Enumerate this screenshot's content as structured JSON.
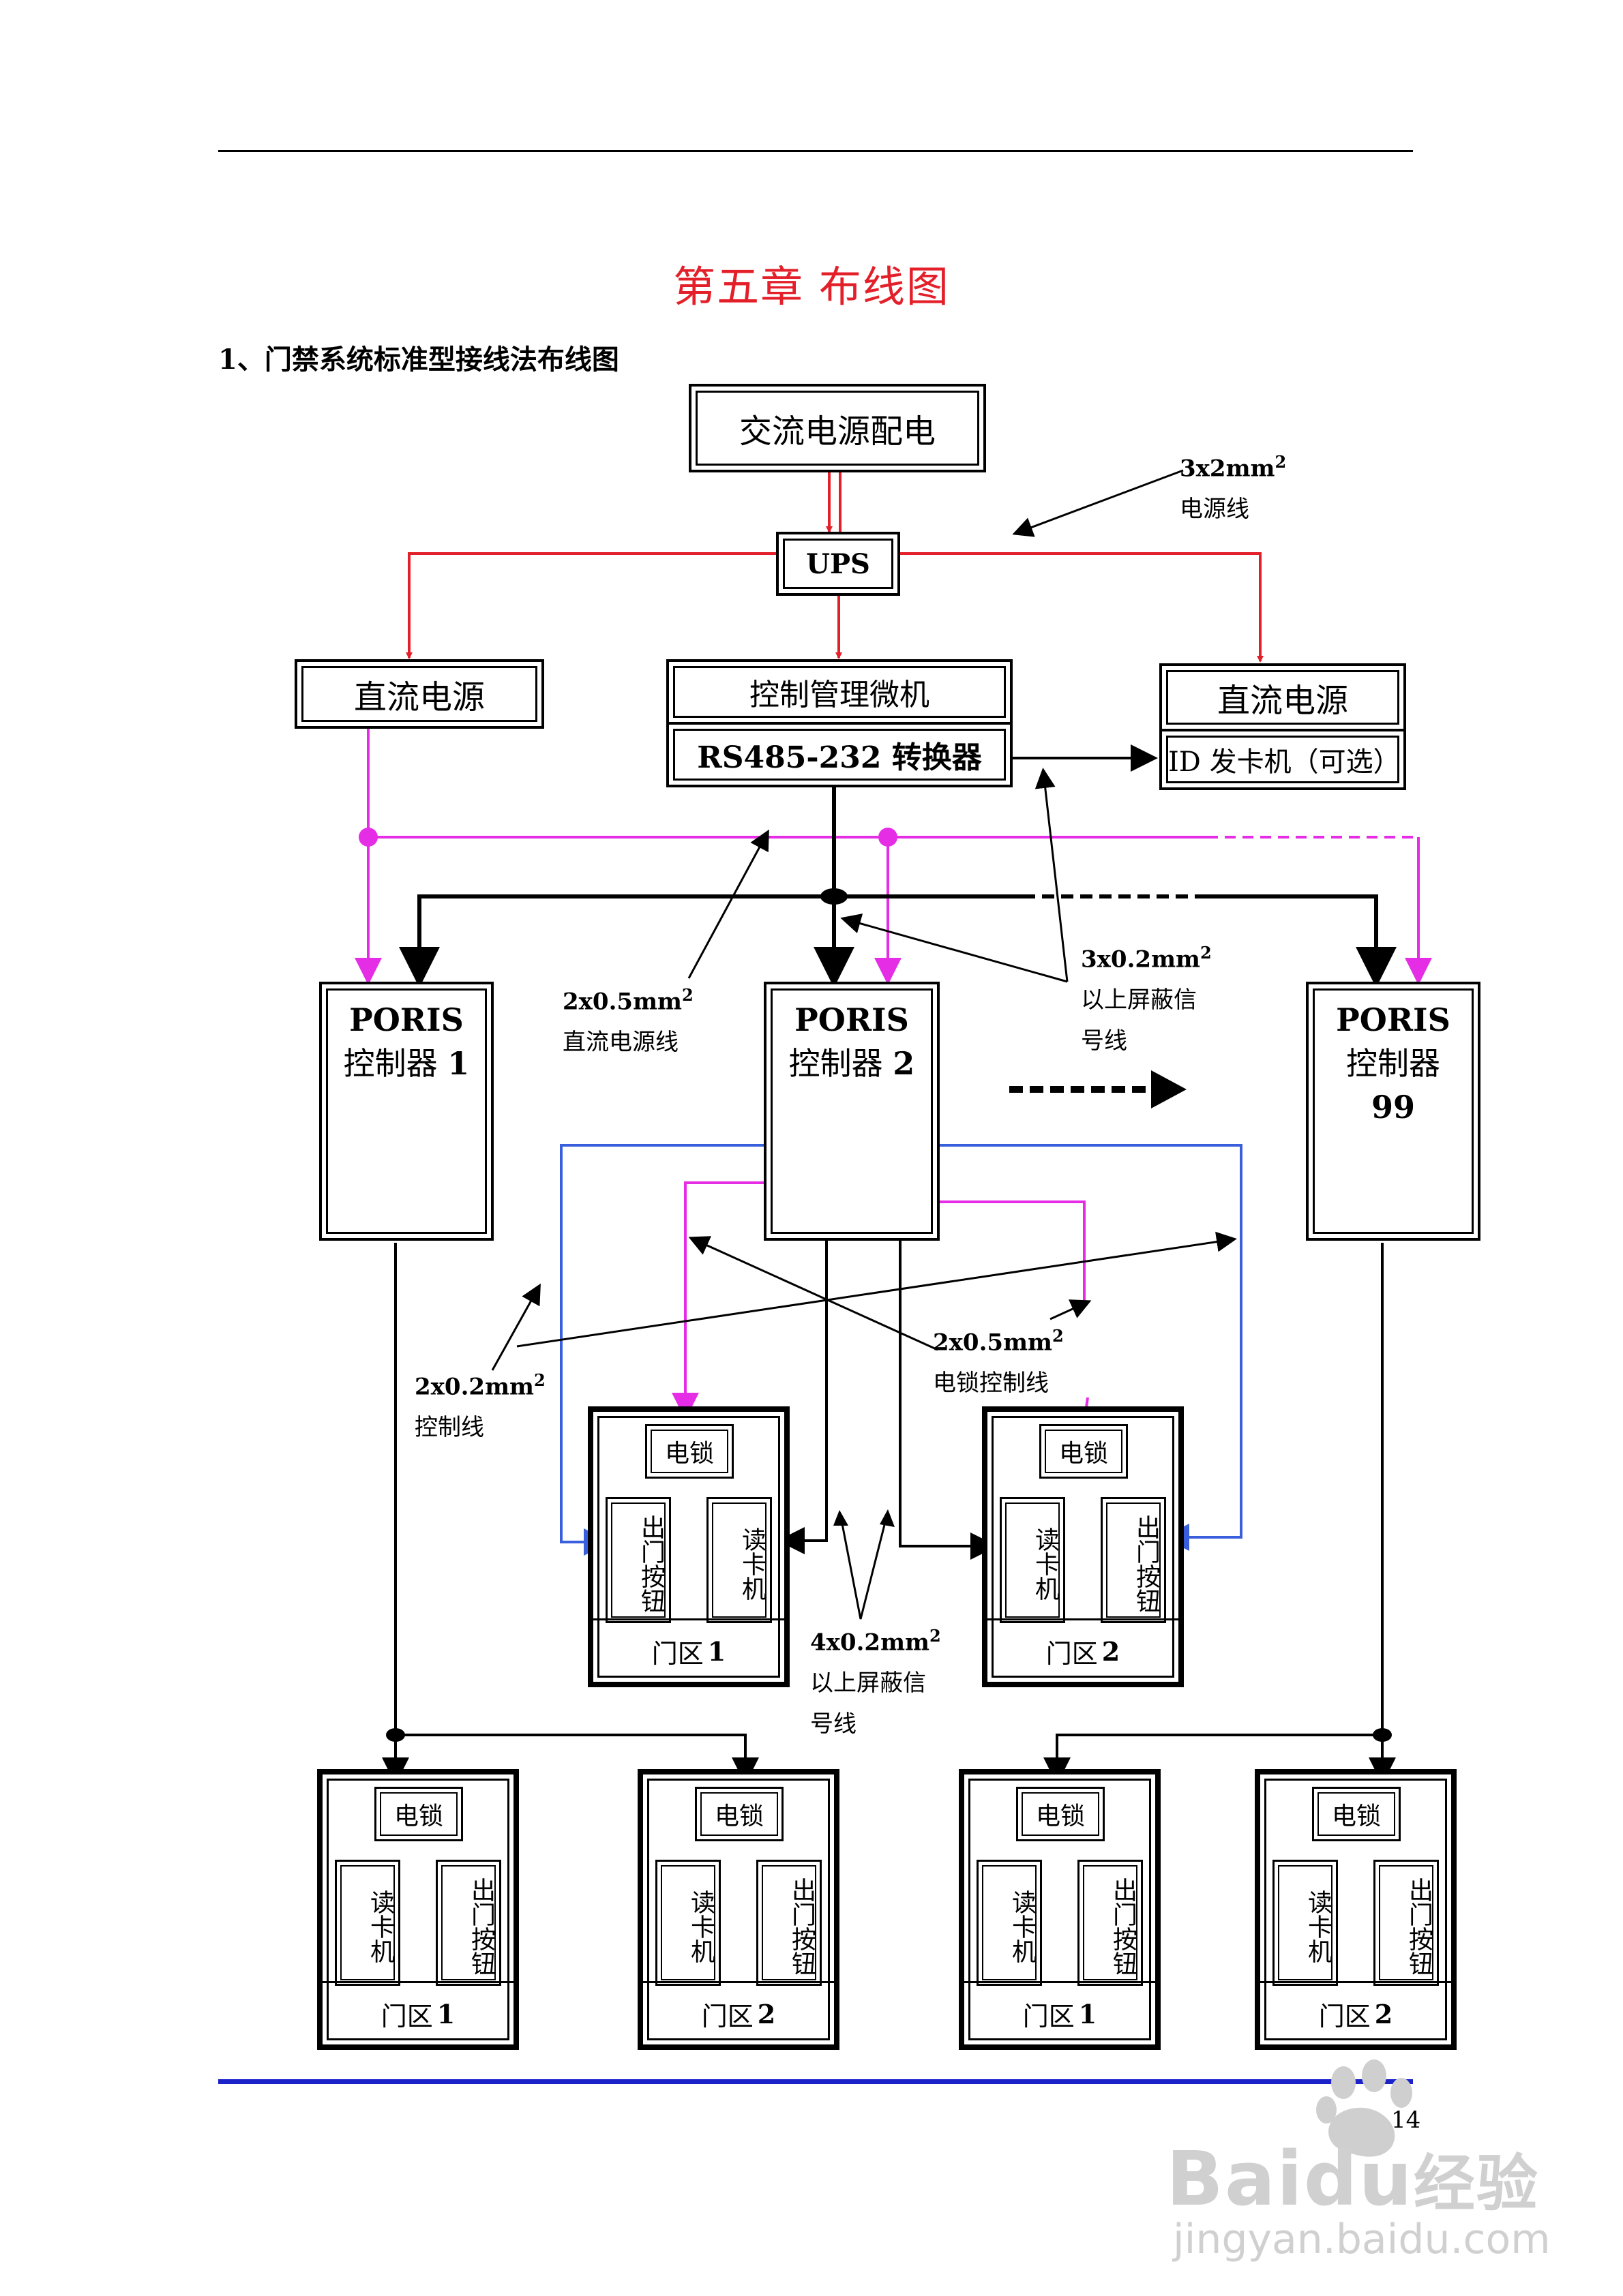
{
  "chapter_title": "第五章  布线图",
  "section_heading": "1、门禁系统标准型接线法布线图",
  "page_number": "14",
  "colors": {
    "power_line": "#e3202a",
    "dc_line": "#e62de6",
    "signal_line": "#000000",
    "exit_button_line": "#3a5fdc",
    "title": "#e3202a",
    "footer_rule": "#1a22c8"
  },
  "boxes": {
    "ac_power": "交流电源配电",
    "ups": "UPS",
    "dc_power_left": "直流电源",
    "host_pc": "控制管理微机",
    "converter": "RS485-232 转换器",
    "dc_power_right": "直流电源",
    "id_card_issuer": "ID 发卡机（可选）"
  },
  "controllers": [
    {
      "brand": "PORIS",
      "label": "控制器",
      "number": "1"
    },
    {
      "brand": "PORIS",
      "label": "控制器",
      "number": "2"
    },
    {
      "brand": "PORIS",
      "label": "控制器",
      "number": "99"
    }
  ],
  "door_labels": {
    "lock": "电锁",
    "reader": "读卡机",
    "exit_button": "出门按钮",
    "zone": "门区"
  },
  "doors": [
    {
      "number": "1"
    },
    {
      "number": "2"
    },
    {
      "number": "1"
    },
    {
      "number": "2"
    },
    {
      "number": "1"
    },
    {
      "number": "2"
    }
  ],
  "annotations": {
    "power_cable": {
      "spec": "3x2mm",
      "exp": "2",
      "desc": "电源线"
    },
    "shielded_3core": {
      "spec": "3x0.2mm",
      "exp": "2",
      "desc1": "以上屏蔽信",
      "desc2": "号线"
    },
    "dc_cable": {
      "spec": "2x0.5mm",
      "exp": "2",
      "desc": "直流电源线"
    },
    "lock_cable": {
      "spec": "2x0.5mm",
      "exp": "2",
      "desc": "电锁控制线"
    },
    "control_cable": {
      "spec": "2x0.2mm",
      "exp": "2",
      "desc": "控制线"
    },
    "shielded_4core": {
      "spec": "4x0.2mm",
      "exp": "2",
      "desc1": "以上屏蔽信",
      "desc2": "号线"
    }
  },
  "watermark": {
    "brand": "Baidu",
    "brand_cn": "经验",
    "url": "jingyan.baidu.com"
  }
}
